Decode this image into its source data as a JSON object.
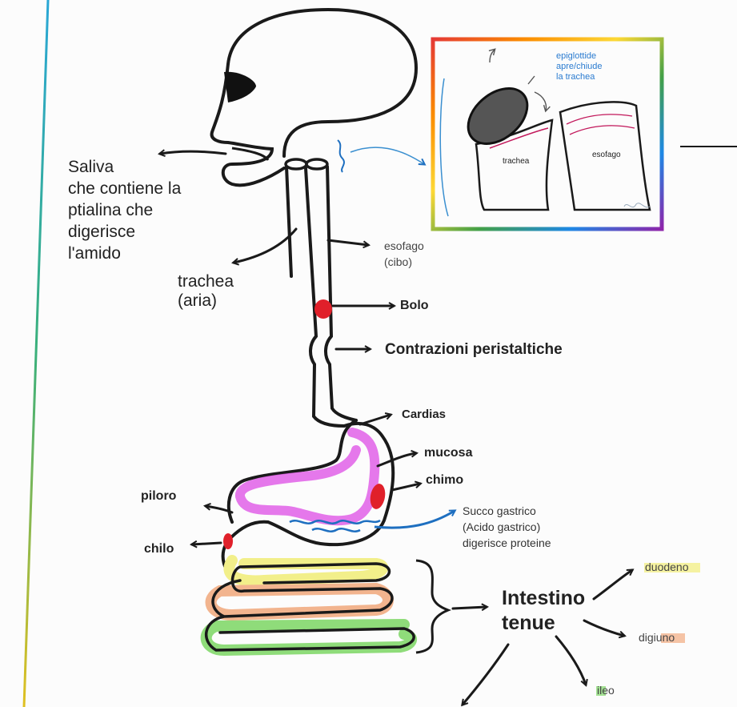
{
  "labels": {
    "saliva": [
      "Saliva",
      "che contiene la",
      "ptialina che",
      "digerisce",
      "l'amido"
    ],
    "trachea": [
      "trachea",
      "(aria)"
    ],
    "esofago": [
      "esofago",
      "(cibo)"
    ],
    "bolo": "Bolo",
    "contrazioni": "Contrazioni peristaltiche",
    "cardias": "Cardias",
    "mucosa": "mucosa",
    "chimo": "chimo",
    "piloro": "piloro",
    "chilo": "chilo",
    "succo": [
      "Succo gastrico",
      "(Acido gastrico)",
      "digerisce proteine"
    ],
    "intestino": [
      "Intestino",
      "tenue"
    ],
    "duodeno": "duodeno",
    "digiuno": "digiuno",
    "ileo": "ileo"
  },
  "inset": {
    "epiglottide": [
      "epiglottide",
      "apre/chiude",
      "la trachea"
    ],
    "trachea": "trachea",
    "esofago": "esofago"
  },
  "colors": {
    "ink": "#1a1a1a",
    "stomach": "#e060e8",
    "red": "#e0202a",
    "blue": "#1e6fc0",
    "duodeno": "#f2ef8a",
    "digiuno": "#f2b48e",
    "ileo": "#8fdc7a"
  }
}
